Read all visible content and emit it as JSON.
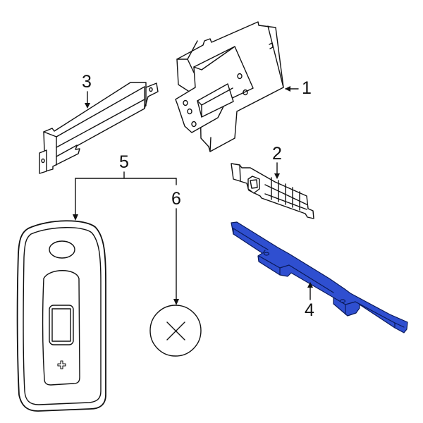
{
  "diagram": {
    "type": "exploded parts diagram",
    "accent_color": "#2f4fd0",
    "line_color": "#111111",
    "background": "#ffffff",
    "parts": [
      {
        "callout": "1",
        "name": "control-module",
        "highlighted": false
      },
      {
        "callout": "2",
        "name": "bracket-small",
        "highlighted": false
      },
      {
        "callout": "3",
        "name": "antenna-bar",
        "highlighted": false
      },
      {
        "callout": "4",
        "name": "mounting-rail",
        "highlighted": true
      },
      {
        "callout": "5",
        "name": "key-fob-transmitter",
        "highlighted": false
      },
      {
        "callout": "6",
        "name": "coin-battery",
        "highlighted": false
      }
    ]
  },
  "callouts": {
    "c1": "1",
    "c2": "2",
    "c3": "3",
    "c4": "4",
    "c5": "5",
    "c6": "6"
  }
}
